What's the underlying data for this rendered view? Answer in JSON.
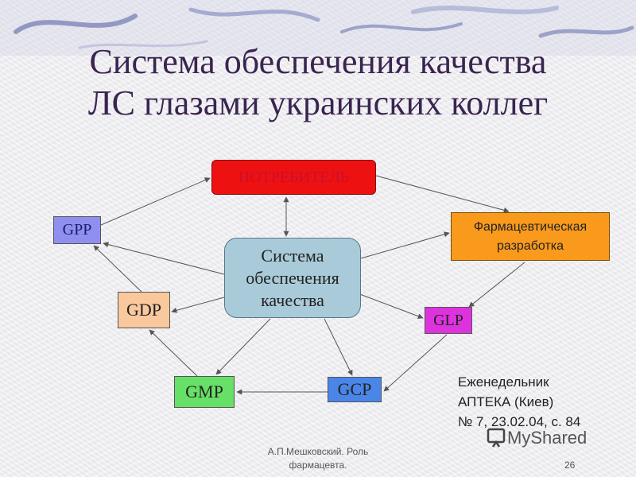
{
  "title": {
    "line1": "Система обеспечения качества",
    "line2": "ЛС глазами украинских коллег"
  },
  "nodes": {
    "consumer": "ПОТРЕБИТЕЛЬ",
    "quality_system": [
      "Система",
      "обеспечения",
      "качества"
    ],
    "pharma_development": [
      "Фармацевтическая",
      "разработка"
    ],
    "gpp": "GPP",
    "gdp": "GDP",
    "glp": "GLP",
    "gmp": "GMP",
    "gcp": "GCP"
  },
  "source": {
    "line1": "Еженедельник",
    "line2": "АПТЕКА (Киев)",
    "line3": "№ 7, 23.02.04, с. 84"
  },
  "footer": {
    "author_line1": "А.П.Мешковский.  Роль",
    "author_line2": "фармацевта.",
    "page": "26"
  },
  "watermark": "MyShared",
  "colors": {
    "title": "#3a2450",
    "consumer": "#ee1111",
    "quality_system": "#a9cbd9",
    "pharma_development": "#f99a1c",
    "gpp": "#8f8ff0",
    "gdp": "#f9c89d",
    "glp": "#dd33dd",
    "gmp": "#66e066",
    "gcp": "#4a86e8"
  }
}
